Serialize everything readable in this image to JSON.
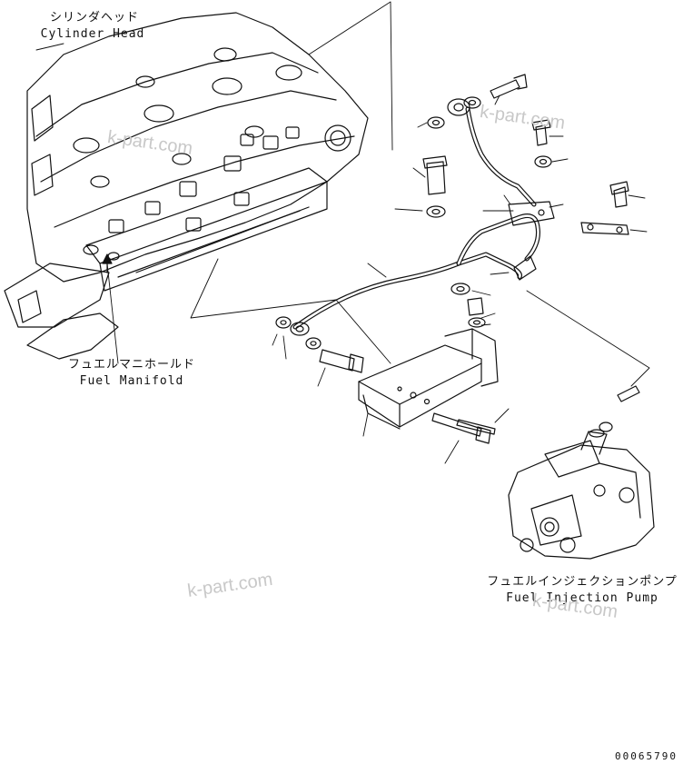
{
  "labels": {
    "cylinder_head_jp": "シリンダヘッド",
    "cylinder_head_en": "Cylinder Head",
    "fuel_manifold_jp": "フュエルマニホールド",
    "fuel_manifold_en": "Fuel Manifold",
    "injection_pump_jp": "フュエルインジェクションポンプ",
    "injection_pump_en": "Fuel Injection Pump"
  },
  "watermarks": [
    "k-part.com",
    "k-part.com",
    "k-part.com",
    "k-part.com"
  ],
  "drawing_code": "00065790"
}
